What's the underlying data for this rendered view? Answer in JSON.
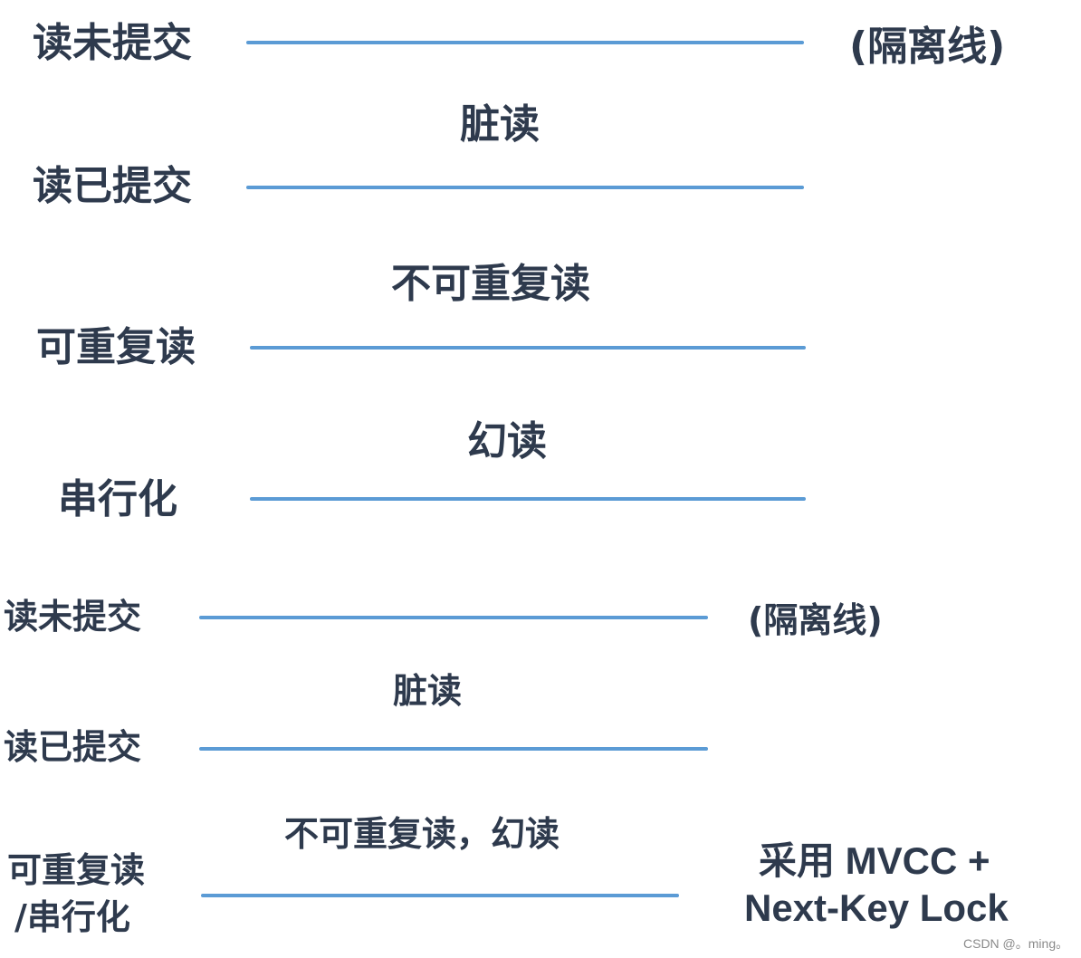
{
  "colors": {
    "text": "#2e3a4d",
    "line": "#5b9bd5",
    "background": "#ffffff",
    "watermark": "#8a8a8a"
  },
  "diagram_top": {
    "levels": [
      {
        "label": "读未提交"
      },
      {
        "label": "读已提交"
      },
      {
        "label": "可重复读"
      },
      {
        "label": "串行化"
      }
    ],
    "anomalies": [
      {
        "label": "脏读"
      },
      {
        "label": "不可重复读"
      },
      {
        "label": "幻读"
      }
    ],
    "separator_note": "(隔离线)"
  },
  "diagram_bottom": {
    "levels": [
      {
        "label": "读未提交"
      },
      {
        "label": "读已提交"
      },
      {
        "label_line1": "可重复读",
        "label_line2": "/串行化"
      }
    ],
    "anomalies": [
      {
        "label": "脏读"
      },
      {
        "label": "不可重复读，幻读"
      }
    ],
    "separator_note": "(隔离线)",
    "solution_line1": "采用 MVCC +",
    "solution_line2": "Next-Key Lock"
  },
  "watermark": "CSDN @。ming。"
}
